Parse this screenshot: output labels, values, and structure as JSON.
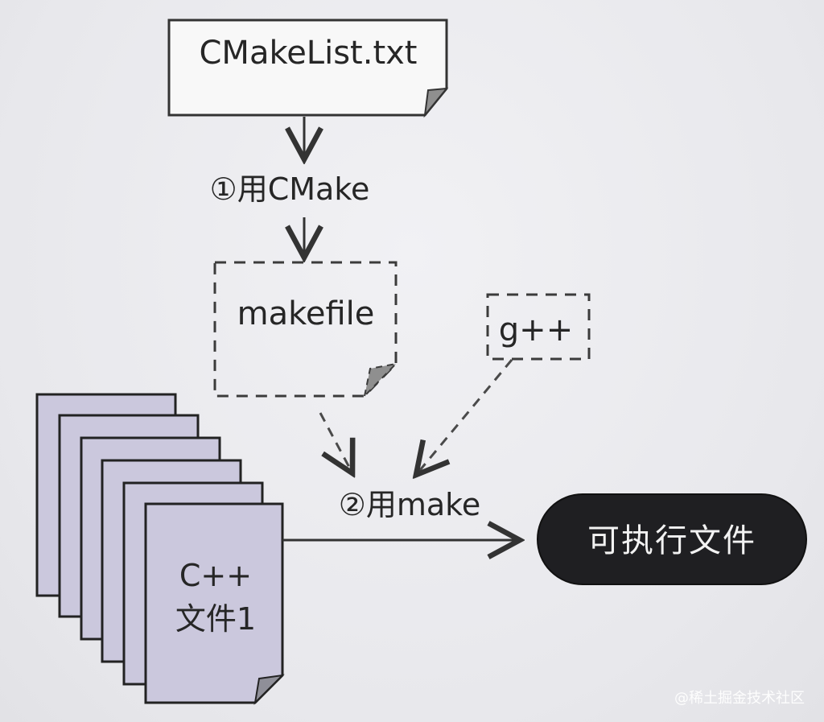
{
  "nodes": {
    "cmakelist": {
      "label": "CMakeList.txt"
    },
    "makefile": {
      "label": "makefile"
    },
    "gpp": {
      "label": "g++"
    },
    "cpp_files": {
      "label_line1": "C++",
      "label_line2": "文件1"
    },
    "executable": {
      "label": "可执行文件"
    }
  },
  "steps": {
    "step1": "①用CMake",
    "step2": "②用make"
  },
  "watermark": "@稀土掘金技术社区"
}
